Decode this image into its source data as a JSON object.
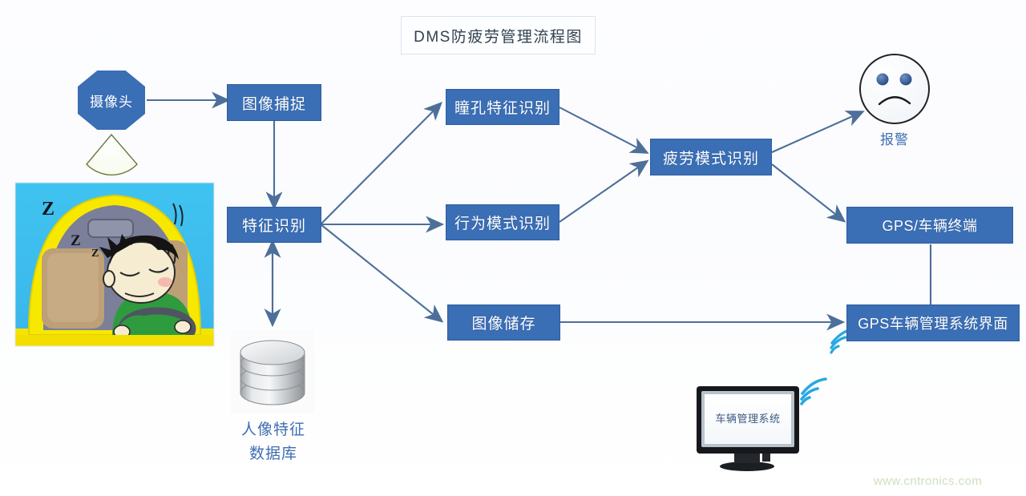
{
  "title": "DMS防疲劳管理流程图",
  "watermark": "www.cntronics.com",
  "colors": {
    "box_fill": "#3a6eb5",
    "box_border": "#2f5d9e",
    "box_text": "#ffffff",
    "arrow": "#4d6f9a",
    "label_text": "#3f6fb0",
    "title_text": "#33424f",
    "watermark_text": "#cfe0bf",
    "cone_stroke": "#6b7a3a",
    "wifi": "#29a8df"
  },
  "nodes": {
    "camera": {
      "label": "摄像头",
      "shape": "octagon"
    },
    "image_capture": {
      "label": "图像捕捉",
      "shape": "rect"
    },
    "feature_recognition": {
      "label": "特征识别",
      "shape": "rect"
    },
    "pupil_feature": {
      "label": "瞳孔特征识别",
      "shape": "rect"
    },
    "behavior_pattern": {
      "label": "行为模式识别",
      "shape": "rect"
    },
    "image_storage": {
      "label": "图像储存",
      "shape": "rect"
    },
    "fatigue_pattern": {
      "label": "疲劳模式识别",
      "shape": "rect"
    },
    "gps_terminal": {
      "label": "GPS/车辆终端",
      "shape": "rect"
    },
    "gps_ui": {
      "label": "GPS车辆管理系统界面",
      "shape": "rect"
    },
    "alarm": {
      "label": "报警",
      "shape": "sad-face-icon"
    },
    "database": {
      "label_line1": "人像特征",
      "label_line2": "数据库",
      "shape": "cylinder-icon"
    },
    "monitor": {
      "label": "车辆管理系统",
      "shape": "monitor-icon"
    },
    "driver_photo": {
      "alt": "打瞌睡的司机插图"
    }
  },
  "edges": [
    {
      "from": "摄像头",
      "to": "图像捕捉"
    },
    {
      "from": "图像捕捉",
      "to": "特征识别"
    },
    {
      "from": "人像特征数据库",
      "to": "特征识别",
      "bidirectional": true
    },
    {
      "from": "特征识别",
      "to": "瞳孔特征识别"
    },
    {
      "from": "特征识别",
      "to": "行为模式识别"
    },
    {
      "from": "特征识别",
      "to": "图像储存"
    },
    {
      "from": "瞳孔特征识别",
      "to": "疲劳模式识别"
    },
    {
      "from": "行为模式识别",
      "to": "疲劳模式识别"
    },
    {
      "from": "疲劳模式识别",
      "to": "报警"
    },
    {
      "from": "疲劳模式识别",
      "to": "GPS/车辆终端"
    },
    {
      "from": "GPS/车辆终端",
      "to": "GPS车辆管理系统界面"
    },
    {
      "from": "图像储存",
      "to": "GPS车辆管理系统界面"
    }
  ]
}
